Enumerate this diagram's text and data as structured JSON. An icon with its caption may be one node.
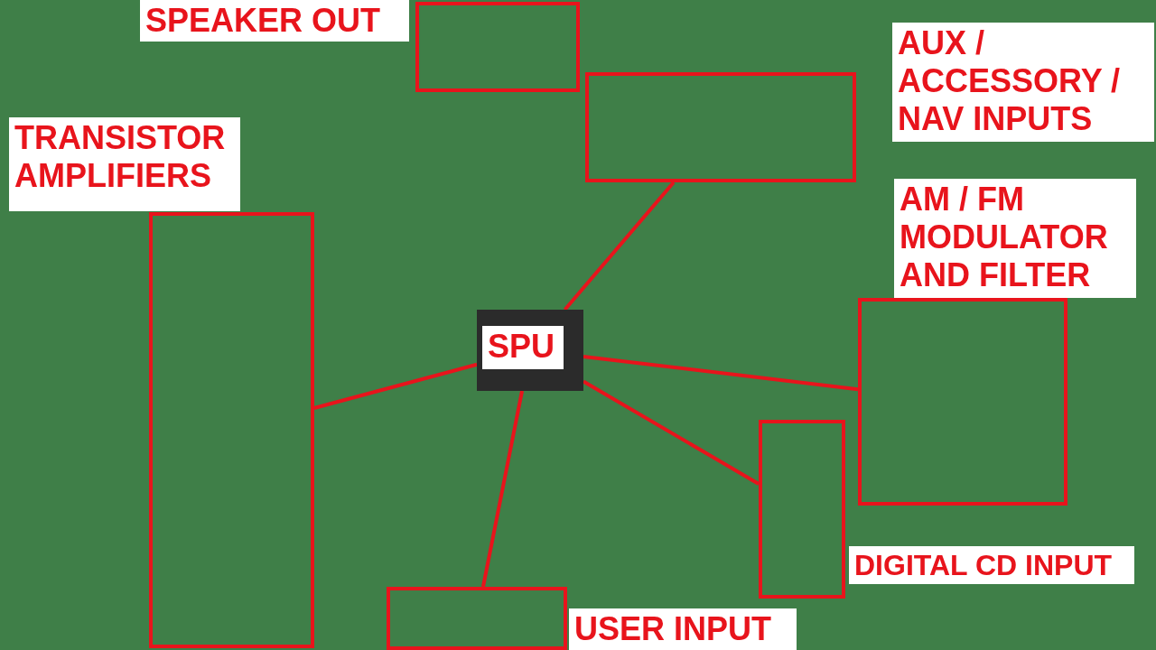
{
  "diagram": {
    "nodes": [
      {
        "text": [
          "SPU"
        ]
      },
      {
        "text": [
          "SPEAKER OUT"
        ]
      },
      {
        "text": [
          "AUX / ACCESSORY / NAV INPUTS"
        ]
      },
      {
        "text": [
          "TRANSISTOR AMPLIFIERS"
        ]
      },
      {
        "text": [
          "AM / FM MODULATOR AND FILTER"
        ]
      },
      {
        "text": [
          "DIGITAL CD INPUT"
        ]
      },
      {
        "text": [
          "USER INPUT"
        ]
      }
    ],
    "edges": [
      {
        "from": 0,
        "to": 2,
        "arrow": "none"
      },
      {
        "from": 0,
        "to": 4,
        "arrow": "none"
      },
      {
        "from": 0,
        "to": 5,
        "arrow": "none"
      },
      {
        "from": 0,
        "to": 3,
        "arrow": "none"
      },
      {
        "from": 0,
        "to": 6,
        "arrow": "none"
      }
    ]
  }
}
